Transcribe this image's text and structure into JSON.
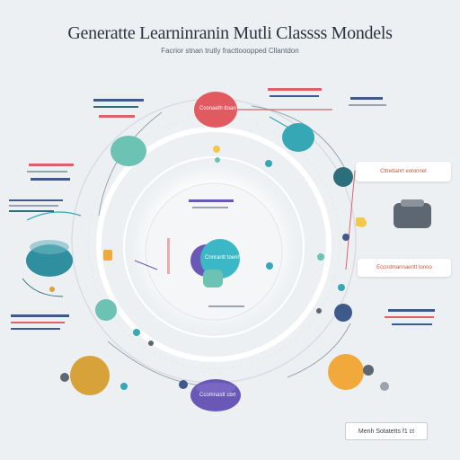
{
  "title": "Generatte Learninranin Mutli Classss Mondels",
  "subtitle": "Facrior stnan trutly fracttooopped Cllantdon",
  "colors": {
    "background": "#edf0f3",
    "red": "#e05a5f",
    "teal": "#35a7b5",
    "dark_teal": "#2d6e7c",
    "mint": "#6cc2b3",
    "gold": "#d8a23a",
    "orange": "#f2a93b",
    "purple": "#6a58b6",
    "navy": "#3d5a8a",
    "gray": "#5d6772"
  },
  "nodes": {
    "top_red": "Cconaeth ttoan",
    "center": "Cnnrantt toenh",
    "bottom_purple": "Ccomnastt cbrt"
  },
  "cards": {
    "right_top": "Cttrettanrt eotonnet",
    "right_middle": "Eccndmannaentt tonoo"
  },
  "footer": {
    "button": "Menh Sotatetts f1 ct"
  }
}
